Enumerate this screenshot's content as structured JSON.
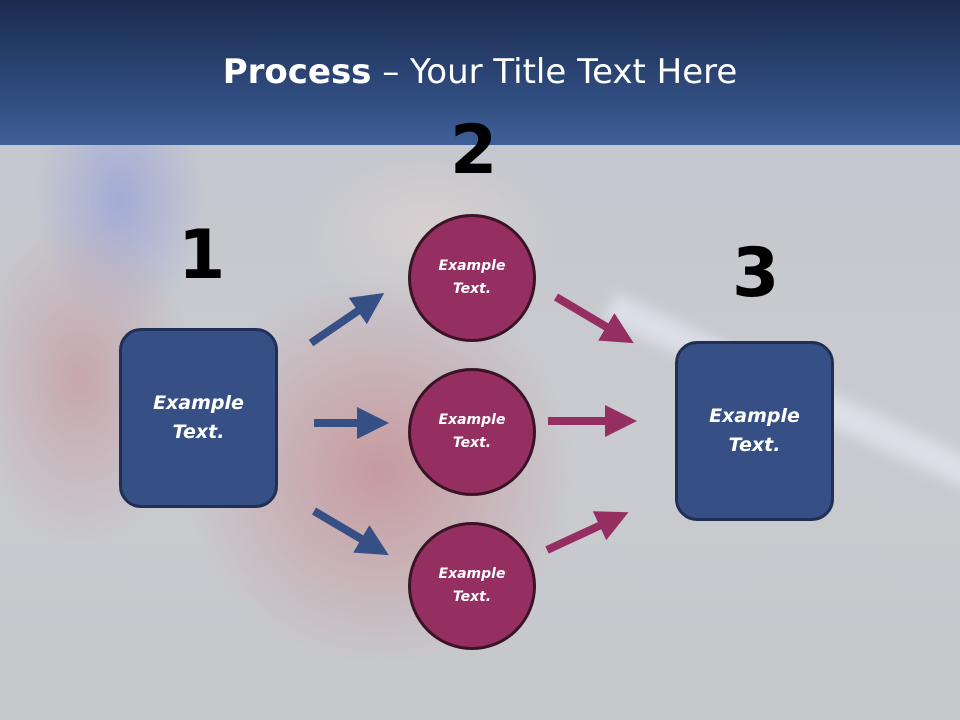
{
  "title": {
    "strong": "Process",
    "rest": " – Your Title Text Here"
  },
  "steps": {
    "1": {
      "number": "1",
      "label": "Example\nText."
    },
    "2": {
      "number": "2",
      "items": [
        {
          "label": "Example\nText."
        },
        {
          "label": "Example\nText."
        },
        {
          "label": "Example\nText."
        }
      ]
    },
    "3": {
      "number": "3",
      "label": "Example\nText."
    }
  },
  "colors": {
    "box": "#364f85",
    "circle": "#952f62",
    "arrow_blue": "#364f85",
    "arrow_magenta": "#952f62",
    "header": "#2c4677"
  }
}
